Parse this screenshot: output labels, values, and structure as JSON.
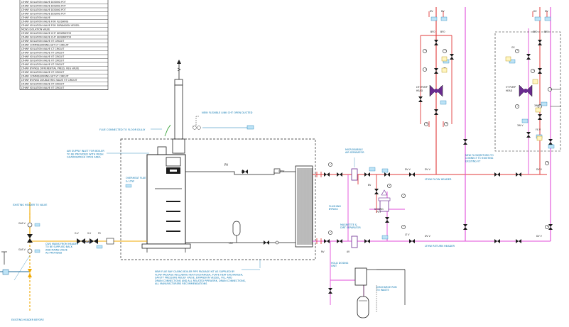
{
  "valve_schedule": {
    "rows": [
      "LTHWF ISOLATION VALVE DOSING POT",
      "LTHWF ISOLATION VALVE DOSING POT",
      "LTHWF ISOLATION VALVE DOSING POT",
      "LTHWF ISOLATION VALVE DOSING POT",
      "LTHWF ISOLATION VALVE",
      "LTHWF ISOLATION VALVE FOR FLUSHING",
      "LTHWF ISOLATION VALVE FOR EXPANSION VESSEL",
      "MCWS ISOLATION VALVE",
      "LTHWF ISOLATION VALVE CHT GENERATOR",
      "LTHWF ISOLATION VALVE CHT GENERATOR",
      "LTHWF ISOLATION VALVE VT CIRCUIT",
      "LTHWF COMMISSIONING SET CT CIRCUIT",
      "LTHWF ISOLATION VALVE CT CIRCUIT",
      "LTHWF ISOLATION VALVE VT CIRCUIT",
      "LTHWF ISOLATION VALVE VT CIRCUIT",
      "LTHWF ISOLATION VALVE VT CIRCUIT",
      "LTHWF ISOLATION VALVE VT CIRCUIT",
      "LTHWF BY-PASS DIFFERENTIAL PRESS. REG VALVE",
      "LTHWF ISOLATION VALVE VT CIRCUIT",
      "LTHWF COMMISSIONING SET VT CIRCUIT",
      "LTHWF BY-PASS DOUBLE REG VALVE VT CIRCUIT",
      "LTHWF ISOLATION VALVE VT CIRCUIT",
      "LTHWF ISOLATION VALVE VT CIRCUIT"
    ]
  },
  "annotations": {
    "new_flue_label": "NEW FLEXIBLE LINK CHT OPEN DUCTED",
    "flue_floor_label": "FLUE CONNECTED TO FLOOR DULLY",
    "air_supply_label": "AIR SUPPLY INLET FOR BOILER TO BE PROVIDED WITH MESH GUARDS/MESH OPEN AREA",
    "overheat_label": "OVERHEAT FLUE & LOW",
    "microbubble_label": "MICROBUBBLE AIR SEPARATOR",
    "flushing_label": "FLUSHING BYPASS",
    "magnetite_label": "MAGNETITE & DIRT SEPARATOR",
    "dosing_label": "DOSING POT",
    "flow_header": "LTHW FLOW HEADER",
    "return_header": "LTHW RETURN HEADER",
    "discharge_label": "DISCHARGE RUN TO WASTE",
    "existing_header_top": "EXISTING HEADER TO VALVE",
    "existing_header_bottom": "EXISTING HEADER BEFORE",
    "cws_label": "CWS MAINS FROM HEADER TO BE SUPPLIED BACK",
    "new_flow_return_label": "NEW FLOW/RETURN TO CONNECT TO EXISTING",
    "bottom_note": "NEW FLUE BAY CASING BOILER PIPE PACKAGE KIT AS SUPPLIED BY FLOW PACKAGE INCLUDING HEAT EXCHANGER, PLATE HEAT EXCHANGER, SAFETY PRESSURE RELIEF VALVE, EXPANSION VESSEL, FILL AND DRAIN CONNECTIONS AND ALL RELATED PIPEWORK, DRAIN CONNECTIONS, ALL MANUFACTURERS RECOMMENDATIONS"
  },
  "tags": {
    "gas": "GAS",
    "pipe_tags": [
      "D",
      "W",
      "B",
      "V",
      "T",
      "P",
      "P1",
      "P2"
    ]
  },
  "colors": {
    "flow_pipe": "#e03a3a",
    "return_pipe": "#e14bd8",
    "gas_pipe": "#f0a800",
    "annotation": "#0a76b0",
    "equipment_line": "#1c1c1c",
    "pump_fill": "#6a2a90"
  }
}
